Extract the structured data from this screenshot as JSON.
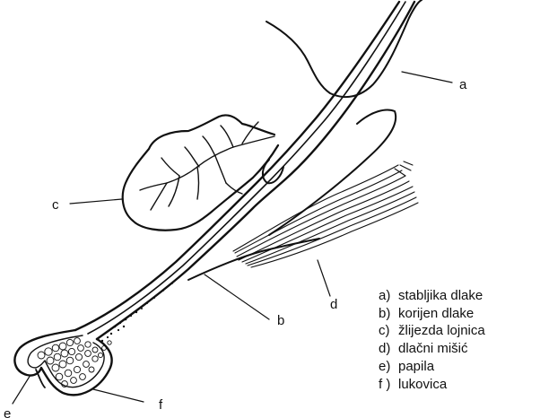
{
  "labels": {
    "a": "a",
    "b": "b",
    "c": "c",
    "d": "d",
    "e": "e",
    "f": "f"
  },
  "legend": [
    {
      "key": "a)",
      "text": "stabljika dlake"
    },
    {
      "key": "b)",
      "text": "korijen dlake"
    },
    {
      "key": "c)",
      "text": "žlijezda lojnica"
    },
    {
      "key": "d)",
      "text": "dlačni mišić"
    },
    {
      "key": "e)",
      "text": "papila"
    },
    {
      "key": "f )",
      "text": "lukovica"
    }
  ]
}
